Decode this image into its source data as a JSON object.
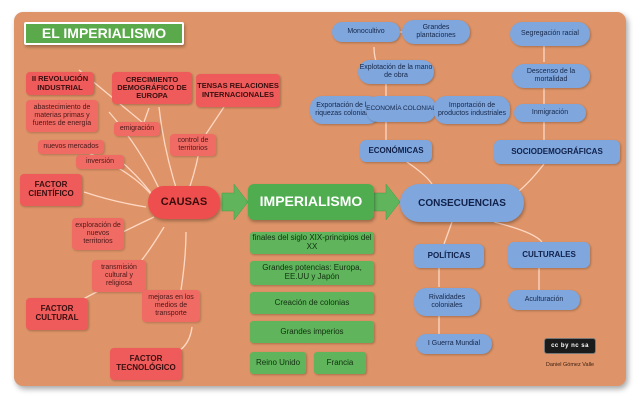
{
  "title": "EL IMPERIALISMO",
  "center": {
    "causes": "CAUSAS",
    "main": "IMPERIALISMO",
    "consequences": "CONSECUENCIAS"
  },
  "causes": {
    "revolution": "II REVOLUCIÓN INDUSTRIAL",
    "demographic": "CRECIMIENTO DEMOGRÁFICO DE EUROPA",
    "tensions": "TENSAS RELACIONES INTERNACIONALES",
    "supply": "abastecimiento de materias primas y fuentes de energía",
    "emigration": "emigración",
    "territory_control": "control de territorios",
    "new_markets": "nuevos mercados",
    "investment": "inversión",
    "scientific": "FACTOR CIENTÍFICO",
    "exploration": "exploración de nuevos territorios",
    "transmission": "transmisión cultural y religiosa",
    "cultural": "FACTOR CULTURAL",
    "transport": "mejoras en los medios de transporte",
    "technological": "FACTOR TECNOLÓGICO"
  },
  "imperialism_items": [
    "finales del siglo XIX-principios del XX",
    "Grandes potencias: Europa, EE.UU y Japón",
    "Creación de colonias",
    "Grandes imperios",
    "Reino Unido",
    "Francia"
  ],
  "consequences": {
    "monoculture": "Monocultivo",
    "plantations": "Grandes plantaciones",
    "labor": "Explotación de la mano de obra",
    "export": "Exportación de las riquezas coloniales",
    "colonial_economy": "ECONOMÍA COLONIAL",
    "import": "Importación de productos industriales",
    "economic": "ECONÓMICAS",
    "segregation": "Segregación racial",
    "mortality": "Descenso de la mortalidad",
    "immigration": "Inmigración",
    "sociodemographic": "SOCIODEMOGRÁFICAS",
    "political": "POLÍTICAS",
    "cultural": "CULTURALES",
    "rivalries": "Rivalidades coloniales",
    "acculturation": "Aculturación",
    "ww1": "I Guerra Mundial"
  },
  "license": {
    "badge": "cc by nc sa",
    "author": "Daniel Gómez Valle"
  },
  "colors": {
    "board": "#de9468",
    "red": "#ef5b5b",
    "green": "#5fb45c",
    "blue": "#7fa6dd",
    "arrow_green": "#5fb45c"
  }
}
